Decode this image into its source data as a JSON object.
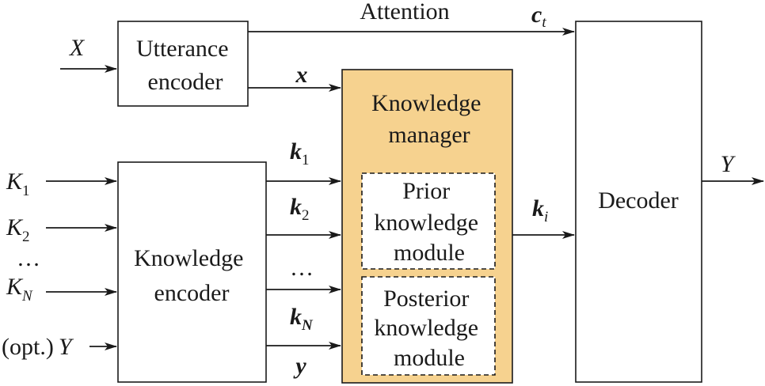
{
  "blocks": {
    "utterance_encoder": [
      "Utterance",
      "encoder"
    ],
    "knowledge_encoder": [
      "Knowledge",
      "encoder"
    ],
    "knowledge_manager": [
      "Knowledge",
      "manager"
    ],
    "prior_module": [
      "Prior",
      "knowledge",
      "module"
    ],
    "posterior_module": [
      "Posterior",
      "knowledge",
      "module"
    ],
    "decoder": "Decoder"
  },
  "edge_labels": {
    "attention": "Attention",
    "x": "x",
    "y": "y",
    "ellipsis": "…"
  },
  "inputs": {
    "X": "X",
    "K": "K",
    "sub_1": "1",
    "sub_2": "2",
    "sub_N": "N",
    "opt_prefix": "(opt.)",
    "Y": "Y",
    "ellipsis": "…"
  },
  "knowledge_vectors": {
    "k": "k",
    "sub_1": "1",
    "sub_2": "2",
    "sub_N": "N",
    "sub_i": "i"
  },
  "context": {
    "c": "c",
    "sub_t": "t"
  },
  "output": {
    "Y": "Y"
  }
}
